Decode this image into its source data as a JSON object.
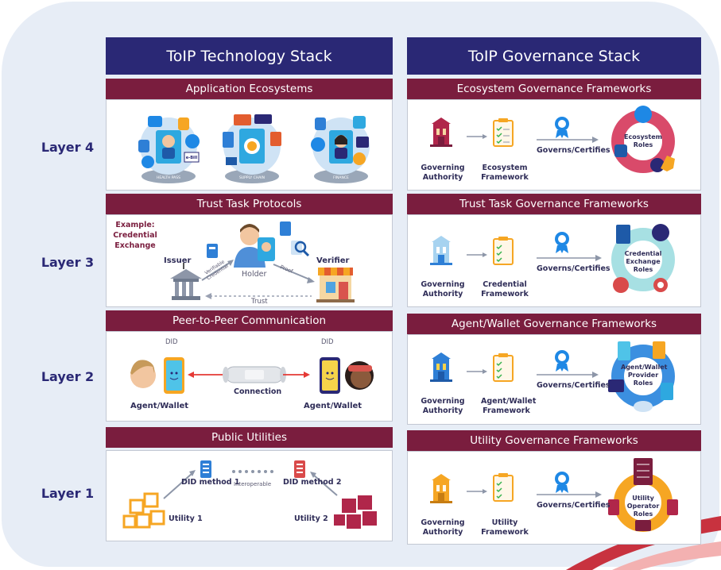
{
  "technology_stack": {
    "title": "ToIP Technology Stack",
    "layer4": {
      "title": "Application Ecosystems",
      "badges": [
        "HEALTH PASS",
        "SUPPLY CHAIN",
        "FINANCE"
      ],
      "tag": "e-Bill"
    },
    "layer3": {
      "title": "Trust Task Protocols",
      "example": "Example: Credential Exchange",
      "issuer": "Issuer",
      "holder": "Holder",
      "verifier": "Verifier",
      "verifiable_credential": "Verifiable Credential",
      "proof": "Proof",
      "trust": "Trust"
    },
    "layer2": {
      "title": "Peer-to-Peer Communication",
      "did_left": "DID",
      "did_right": "DID",
      "connection": "Connection",
      "agent_left": "Agent/Wallet",
      "agent_right": "Agent/Wallet"
    },
    "layer1": {
      "title": "Public Utilities",
      "did_method_1": "DID method 1",
      "did_method_2": "DID method 2",
      "interoperable": "Interoperable",
      "utility_1": "Utility 1",
      "utility_2": "Utility 2"
    }
  },
  "governance_stack": {
    "title": "ToIP Governance Stack",
    "governs_certifies": "Governs/Certifies",
    "layer4": {
      "title": "Ecosystem Governance Frameworks",
      "authority": "Governing Authority",
      "framework": "Ecosystem Framework",
      "roles": "Ecosystem Roles"
    },
    "layer3": {
      "title": "Trust Task Governance Frameworks",
      "authority": "Governing Authority",
      "framework": "Credential Framework",
      "roles": "Credential Exchange Roles"
    },
    "layer2": {
      "title": "Agent/Wallet Governance Frameworks",
      "authority": "Governing Authority",
      "framework": "Agent/Wallet Framework",
      "roles": "Agent/Wallet Provider Roles"
    },
    "layer1": {
      "title": "Utility Governance Frameworks",
      "authority": "Governing Authority",
      "framework": "Utility Framework",
      "roles": "Utility Operator Roles"
    }
  },
  "layer_labels": [
    "Layer 4",
    "Layer 3",
    "Layer 2",
    "Layer 1"
  ],
  "colors": {
    "header_navy": "#2a2875",
    "section_maroon": "#7a1d3e",
    "background": "#e7edf6",
    "accent_blue": "#1e88e5",
    "accent_orange": "#f6a623",
    "accent_red": "#d94a4a",
    "crimson": "#b0264a"
  }
}
